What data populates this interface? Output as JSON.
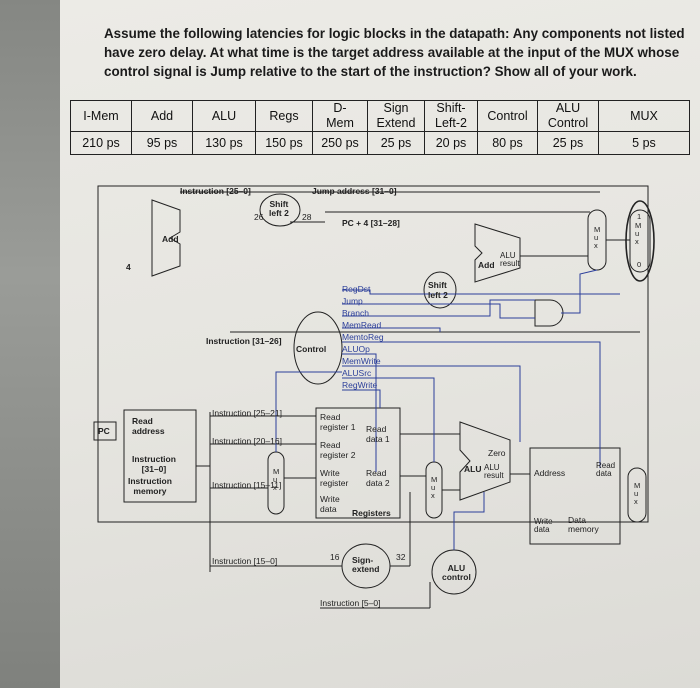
{
  "question": "Assume the following latencies for logic blocks in the datapath: Any components not listed have zero delay. At what time is the target address available at the input of the MUX whose control signal is Jump relative to the start of the instruction? Show all of your work.",
  "latency_table": {
    "header": [
      "I-Mem",
      "Add",
      "ALU",
      "Regs",
      "D-\nMem",
      "Sign\nExtend",
      "Shift-\nLeft-2",
      "Control",
      "ALU\nControl",
      "MUX"
    ],
    "values": [
      "210 ps",
      "95 ps",
      "130 ps",
      "150 ps",
      "250 ps",
      "25 ps",
      "20 ps",
      "80 ps",
      "25 ps",
      "5 ps"
    ]
  },
  "diagram": {
    "instr_25_0": "Instruction [25–0]",
    "jump_address": "Jump address [31–0]",
    "shift_top": "Shift\nleft 2",
    "bits_26": "26",
    "bits_28": "28",
    "pc4": "PC + 4 [31–28]",
    "add_top": "Add",
    "four": "4",
    "add_result": "Add",
    "alu_result": "ALU\nresult",
    "shift_mid": "Shift\nleft 2",
    "control": "Control",
    "instr_31_26": "Instruction [31–26]",
    "signals": [
      "RegDst",
      "Jump",
      "Branch",
      "MemRead",
      "MemtoReg",
      "ALUOp",
      "MemWrite",
      "ALUSrc",
      "RegWrite"
    ],
    "pc": "PC",
    "read_address": "Read\naddress",
    "instruction_31_0": "Instruction\n[31–0]",
    "instruction_memory": "Instruction\nmemory",
    "instr_25_21": "Instruction [25–21]",
    "instr_20_16": "Instruction [20–16]",
    "instr_15_11": "Instruction [15–11]",
    "instr_15_0": "Instruction [15–0]",
    "instr_5_0": "Instruction [5–0]",
    "read_register_1": "Read\nregister 1",
    "read_register_2": "Read\nregister 2",
    "write_register": "Write\nregister",
    "write_data": "Write\ndata",
    "read_data_1": "Read\ndata 1",
    "read_data_2": "Read\ndata 2",
    "registers": "Registers",
    "sixteen": "16",
    "thirty_two": "32",
    "sign_extend": "Sign-\nextend",
    "alu_control": "ALU\ncontrol",
    "zero": "Zero",
    "alu": "ALU",
    "alu_result_main": "ALU\nresult",
    "address": "Address",
    "read_data": "Read\ndata",
    "data_write_data": "Write\ndata",
    "data_memory": "Data\nmemory",
    "mux_letters": "M\nu\nx",
    "zero_in": "0",
    "one_in": "1"
  }
}
